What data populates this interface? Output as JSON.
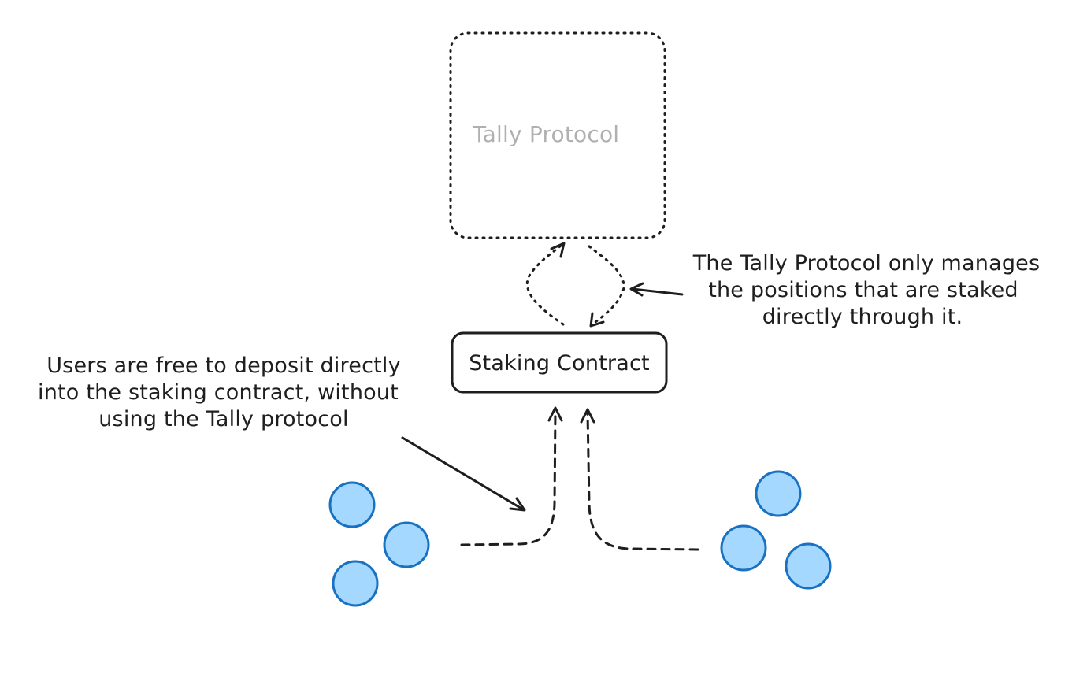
{
  "nodes": {
    "tally_protocol": {
      "label": "Tally Protocol"
    },
    "staking_contract": {
      "label": "Staking Contract"
    }
  },
  "annotations": {
    "right_note": {
      "lines": [
        "The Tally Protocol only manages",
        "the positions that are staked",
        "directly through it."
      ]
    },
    "left_note": {
      "lines": [
        "Users are free to deposit directly",
        "into the staking contract, without",
        "using the Tally protocol"
      ]
    }
  },
  "colors": {
    "ink": "#1e1e1e",
    "muted_text": "#b0b0b0",
    "coin_fill": "#a5d8ff",
    "coin_stroke": "#1971c2",
    "background": "#ffffff"
  }
}
